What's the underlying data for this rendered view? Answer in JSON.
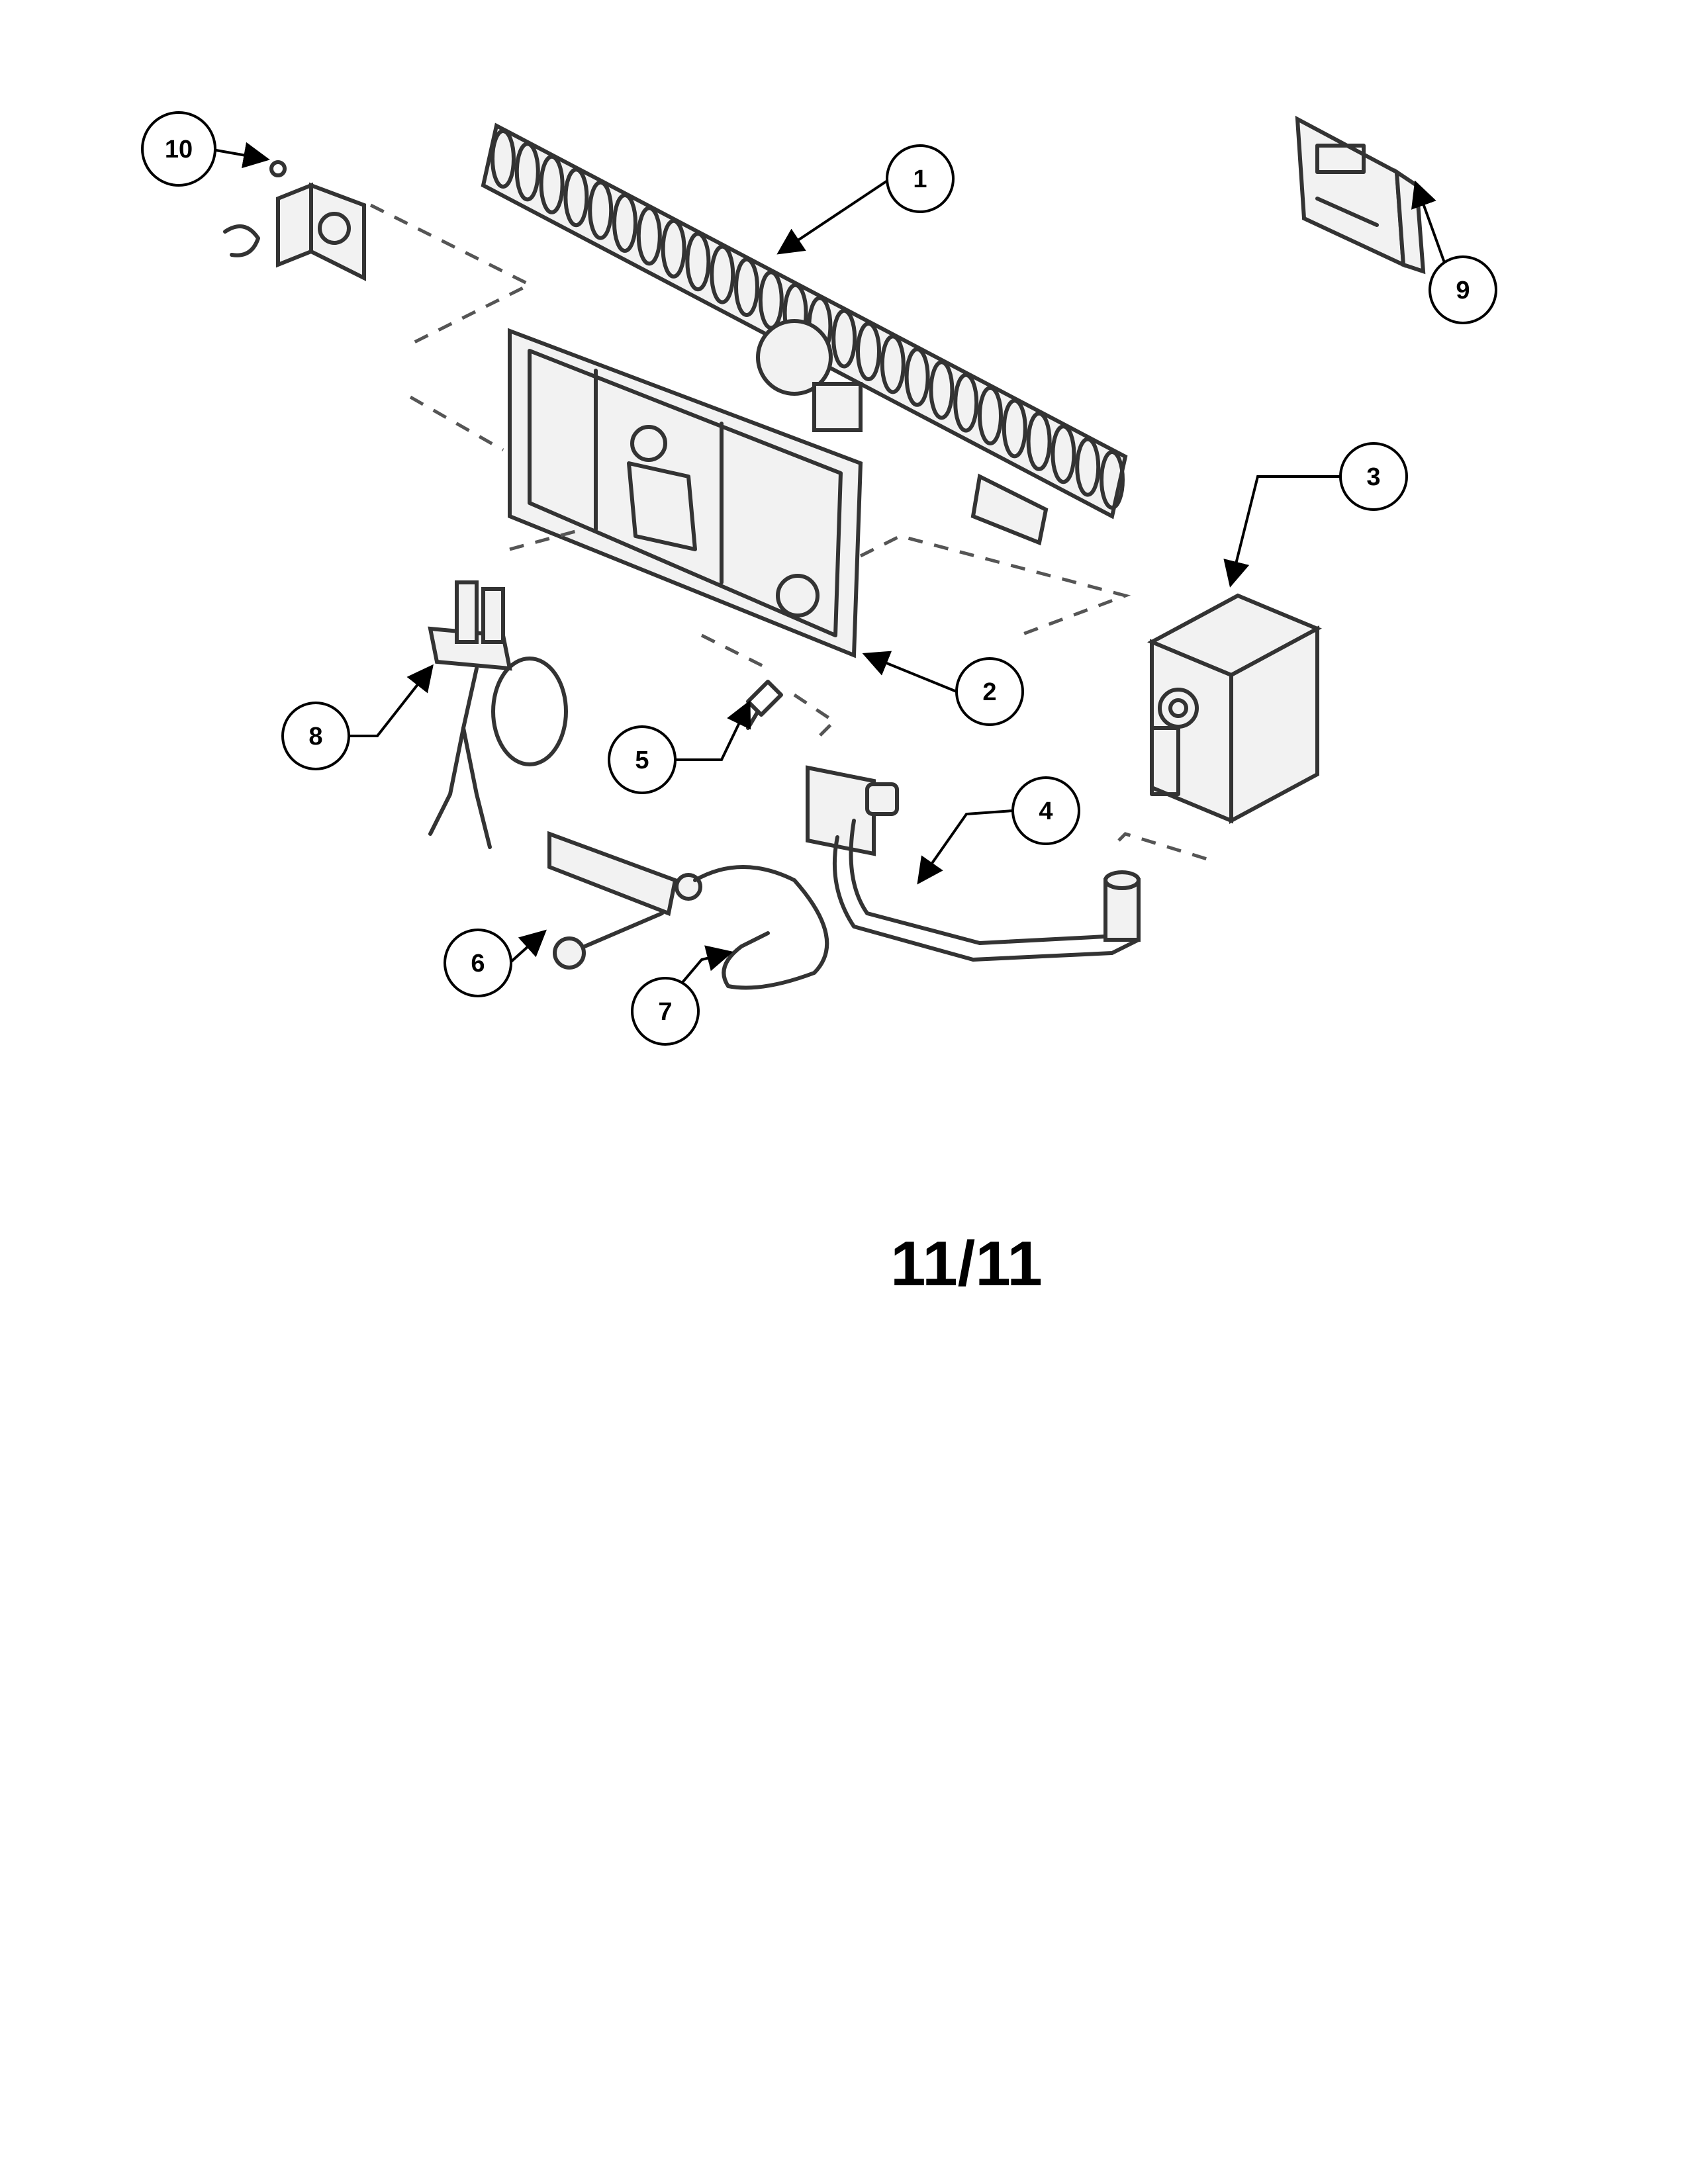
{
  "callouts": [
    {
      "id": "1",
      "label": "1"
    },
    {
      "id": "2",
      "label": "2"
    },
    {
      "id": "3",
      "label": "3"
    },
    {
      "id": "4",
      "label": "4"
    },
    {
      "id": "5",
      "label": "5"
    },
    {
      "id": "6",
      "label": "6"
    },
    {
      "id": "7",
      "label": "7"
    },
    {
      "id": "8",
      "label": "8"
    },
    {
      "id": "9",
      "label": "9"
    },
    {
      "id": "10",
      "label": "10"
    }
  ],
  "page_number": "11/11"
}
